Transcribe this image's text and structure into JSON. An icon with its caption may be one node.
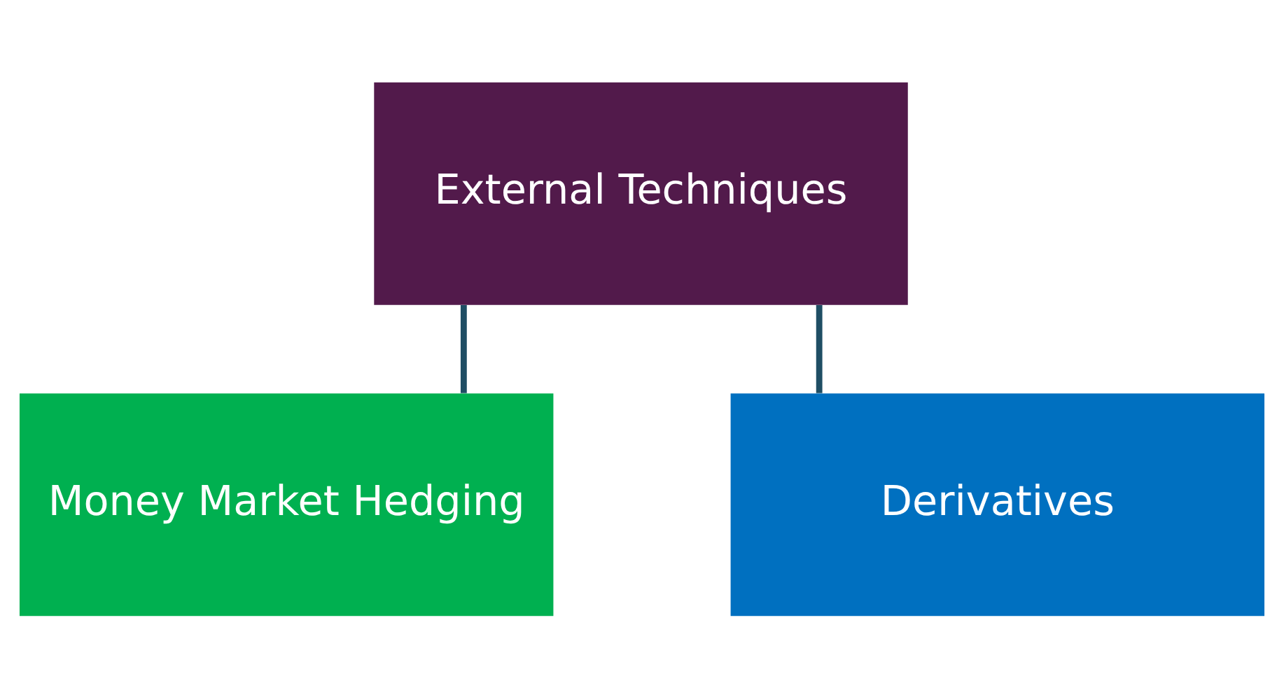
{
  "diagram": {
    "nodes": [
      {
        "text": [
          "External Techniques"
        ]
      },
      {
        "text": [
          "Money Market Hedging"
        ]
      },
      {
        "text": [
          "Derivatives"
        ]
      }
    ],
    "edges": [
      {
        "from": 0,
        "to": 1,
        "arrow": "none"
      },
      {
        "from": 0,
        "to": 2,
        "arrow": "none"
      }
    ]
  }
}
